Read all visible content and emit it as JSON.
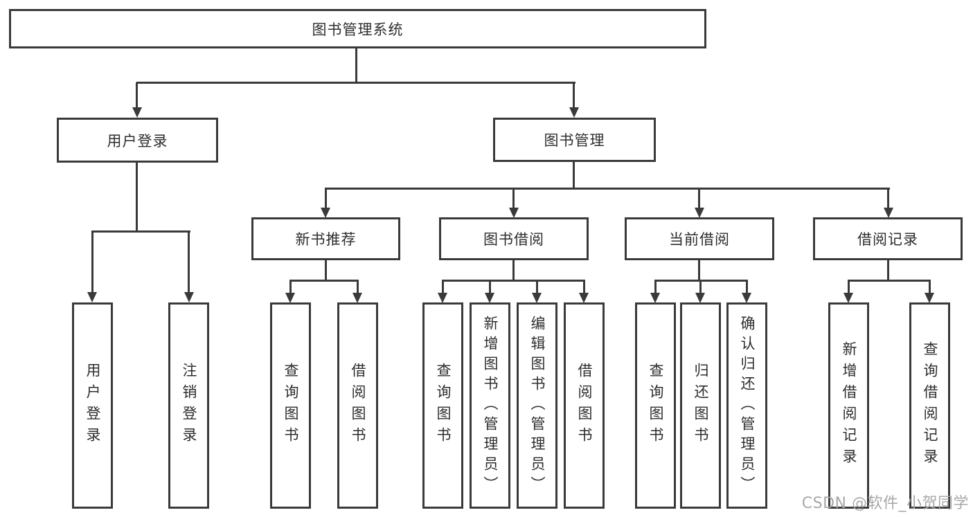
{
  "tree": {
    "root": "图书管理系统",
    "login": {
      "label": "用户登录",
      "children": [
        "用户登录",
        "注销登录"
      ]
    },
    "management": {
      "label": "图书管理",
      "children": [
        {
          "label": "新书推荐",
          "children": [
            "查询图书",
            "借阅图书"
          ]
        },
        {
          "label": "图书借阅",
          "children": [
            "查询图书",
            "新增图书（管理员）",
            "编辑图书（管理员）",
            "借阅图书"
          ]
        },
        {
          "label": "当前借阅",
          "children": [
            "查询图书",
            "归还图书",
            "确认归还（管理员）"
          ]
        },
        {
          "label": "借阅记录",
          "children": [
            "新增借阅记录",
            "查询借阅记录"
          ]
        }
      ]
    }
  },
  "watermark": {
    "text": "CSDN @软件_小贺同学"
  },
  "colors": {
    "line": "#3a3a3a",
    "text": "#2d2d2d",
    "watermark": "#a8a8a8",
    "background": "#ffffff"
  }
}
